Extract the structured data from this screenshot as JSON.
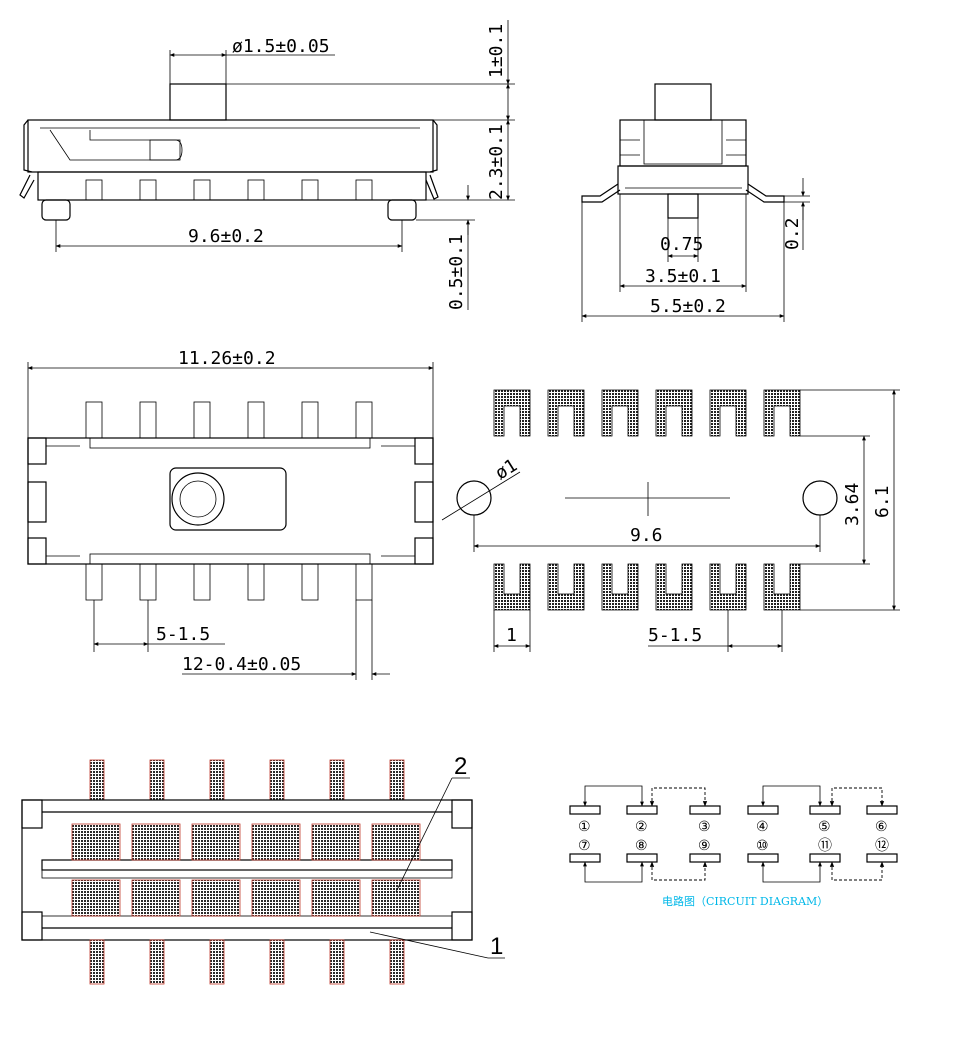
{
  "dimensions": {
    "side_view": {
      "knob_dia": "ø1.5±0.05",
      "knob_height": "1±0.1",
      "body_height": "2.3±0.1",
      "pin_pitch": "9.6±0.2",
      "standoff": "0.5±0.1"
    },
    "end_view": {
      "pin_width": "0.75",
      "inner_width": "3.5±0.1",
      "outer_width": "5.5±0.2",
      "lead_thickness": "0.2"
    },
    "top_view": {
      "length": "11.26±0.2",
      "pitch": "5-1.5",
      "pin_width": "12-0.4±0.05"
    },
    "footprint": {
      "hole_dia": "ø1",
      "hole_span": "9.6",
      "row_spacing": "3.64",
      "total_height": "6.1",
      "pad_width": "1",
      "pitch": "5-1.5"
    }
  },
  "callouts": {
    "part_1": "1",
    "part_2": "2"
  },
  "circuit": {
    "pins_top": [
      "①",
      "②",
      "③",
      "④",
      "⑤",
      "⑥"
    ],
    "pins_bottom": [
      "⑦",
      "⑧",
      "⑨",
      "⑩",
      "⑪",
      "⑫"
    ],
    "caption": "电路图（CIRCUIT DIAGRAM）"
  },
  "colors": {
    "line": "#000000",
    "pad_outline": "#c0392b",
    "caption": "#00b7e8"
  }
}
